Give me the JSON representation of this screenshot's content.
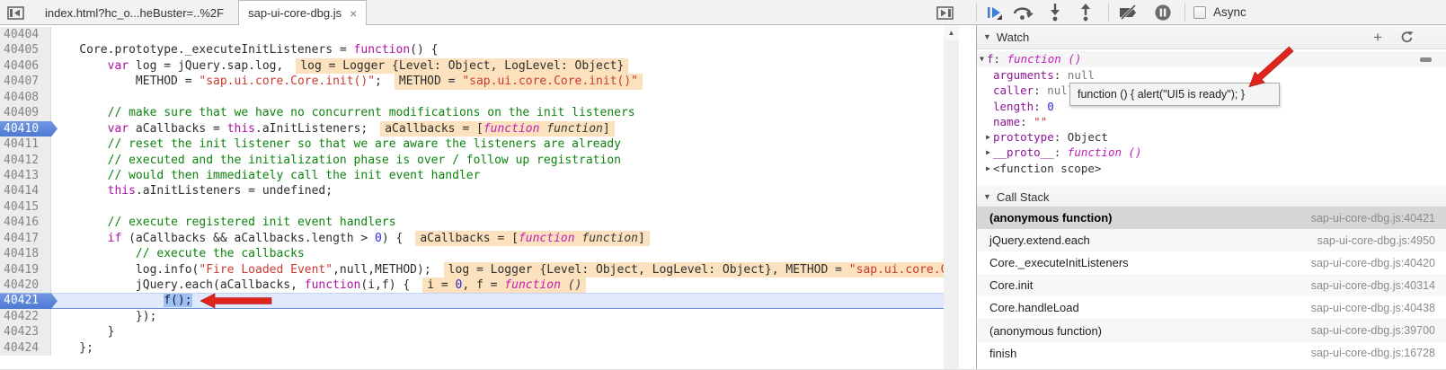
{
  "tab_bar": {
    "tabs": [
      {
        "label": "index.html?hc_o...heBuster=..%2F",
        "active": false
      },
      {
        "label": "sap-ui-core-dbg.js",
        "active": true
      }
    ],
    "close_glyph": "×"
  },
  "debug_toolbar": {
    "async_label": "Async",
    "buttons": [
      "resume",
      "step-over",
      "step-into",
      "step-out",
      "deactivate-breakpoints",
      "pause-on-exceptions"
    ]
  },
  "glyphs": {
    "expanded": "▼",
    "collapsed": "▶",
    "up": "▲",
    "add": "+"
  },
  "editor": {
    "lines": [
      {
        "num": "40404",
        "code": []
      },
      {
        "num": "40405",
        "code": [
          [
            "    Core.prototype._executeInitListeners = "
          ],
          [
            "function",
            "k"
          ],
          [
            "() {"
          ]
        ]
      },
      {
        "num": "40406",
        "code": [
          [
            "        "
          ],
          [
            "var",
            "k"
          ],
          [
            " log = jQuery.sap.log,"
          ]
        ],
        "ann": [
          [
            "log = Logger {Level: Object, LogLevel: Object}"
          ]
        ]
      },
      {
        "num": "40407",
        "code": [
          [
            "            METHOD = "
          ],
          [
            "\"sap.ui.core.Core.init()\"",
            "s"
          ],
          [
            ";"
          ]
        ],
        "ann": [
          [
            "METHOD = "
          ],
          [
            "\"sap.ui.core.Core.init()\"",
            "s"
          ]
        ]
      },
      {
        "num": "40408",
        "code": []
      },
      {
        "num": "40409",
        "code": [
          [
            "        "
          ],
          [
            "// make sure that we have no concurrent modifications on the init listeners",
            "c"
          ]
        ]
      },
      {
        "num": "40410",
        "bp": true,
        "code": [
          [
            "        "
          ],
          [
            "var",
            "k"
          ],
          [
            " aCallbacks = "
          ],
          [
            "this",
            "k"
          ],
          [
            ".aInitListeners;"
          ]
        ],
        "ann": [
          [
            "aCallbacks = ["
          ],
          [
            "function",
            "fi"
          ],
          [
            " "
          ],
          [
            "function",
            "bi"
          ],
          [
            "]"
          ]
        ]
      },
      {
        "num": "40411",
        "code": [
          [
            "        "
          ],
          [
            "// reset the init listener so that we are aware the listeners are already",
            "c"
          ]
        ]
      },
      {
        "num": "40412",
        "code": [
          [
            "        "
          ],
          [
            "// executed and the initialization phase is over / follow up registration",
            "c"
          ]
        ]
      },
      {
        "num": "40413",
        "code": [
          [
            "        "
          ],
          [
            "// would then immediately call the init event handler",
            "c"
          ]
        ]
      },
      {
        "num": "40414",
        "code": [
          [
            "        "
          ],
          [
            "this",
            "k"
          ],
          [
            ".aInitListeners = undefined;"
          ]
        ]
      },
      {
        "num": "40415",
        "code": []
      },
      {
        "num": "40416",
        "code": [
          [
            "        "
          ],
          [
            "// execute registered init event handlers",
            "c"
          ]
        ]
      },
      {
        "num": "40417",
        "code": [
          [
            "        "
          ],
          [
            "if",
            "k"
          ],
          [
            " (aCallbacks && aCallbacks.length > "
          ],
          [
            "0",
            "n"
          ],
          [
            ") {"
          ]
        ],
        "ann": [
          [
            "aCallbacks = ["
          ],
          [
            "function",
            "fi"
          ],
          [
            " "
          ],
          [
            "function",
            "bi"
          ],
          [
            "]"
          ]
        ]
      },
      {
        "num": "40418",
        "code": [
          [
            "            "
          ],
          [
            "// execute the callbacks",
            "c"
          ]
        ]
      },
      {
        "num": "40419",
        "code": [
          [
            "            log.info("
          ],
          [
            "\"Fire Loaded Event\"",
            "s"
          ],
          [
            ",null,METHOD);"
          ]
        ],
        "ann": [
          [
            "log = Logger {Level: Object, LogLevel: Object}, METHOD = "
          ],
          [
            "\"sap.ui.core.Core.init()\"",
            "s"
          ]
        ]
      },
      {
        "num": "40420",
        "code": [
          [
            "            jQuery.each(aCallbacks, "
          ],
          [
            "function",
            "k"
          ],
          [
            "(i,f) {"
          ]
        ],
        "ann": [
          [
            "i = "
          ],
          [
            "0",
            "n"
          ],
          [
            ", f = "
          ],
          [
            "function",
            "fi"
          ],
          [
            " ()",
            "bi"
          ]
        ]
      },
      {
        "num": "40421",
        "bp": true,
        "cur": true,
        "arrow": true,
        "code": [
          [
            "                "
          ],
          [
            "f();",
            "sel"
          ]
        ]
      },
      {
        "num": "40422",
        "code": [
          [
            "            });"
          ]
        ]
      },
      {
        "num": "40423",
        "code": [
          [
            "        }"
          ]
        ]
      },
      {
        "num": "40424",
        "code": [
          [
            "    };"
          ]
        ]
      }
    ]
  },
  "watch": {
    "title": "Watch",
    "expression": {
      "name": "f",
      "value": "function ()"
    },
    "properties": [
      {
        "name": "arguments",
        "value": "null",
        "type": "null",
        "expandable": false
      },
      {
        "name": "caller",
        "value": "null",
        "type": "null",
        "expandable": false
      },
      {
        "name": "length",
        "value": "0",
        "type": "number",
        "expandable": false
      },
      {
        "name": "name",
        "value": "\"\"",
        "type": "string",
        "expandable": false
      },
      {
        "name": "prototype",
        "value": "Object",
        "type": "object",
        "expandable": true
      },
      {
        "name": "__proto__",
        "value": "function ()",
        "type": "function",
        "expandable": true
      },
      {
        "name": "<function scope>",
        "value": "",
        "type": "scope",
        "expandable": true
      }
    ]
  },
  "call_stack": {
    "title": "Call Stack",
    "frames": [
      {
        "fn": "(anonymous function)",
        "loc": "sap-ui-core-dbg.js:40421",
        "selected": true
      },
      {
        "fn": "jQuery.extend.each",
        "loc": "sap-ui-core-dbg.js:4950",
        "selected": false
      },
      {
        "fn": "Core._executeInitListeners",
        "loc": "sap-ui-core-dbg.js:40420",
        "selected": false
      },
      {
        "fn": "Core.init",
        "loc": "sap-ui-core-dbg.js:40314",
        "selected": false
      },
      {
        "fn": "Core.handleLoad",
        "loc": "sap-ui-core-dbg.js:40438",
        "selected": false
      },
      {
        "fn": "(anonymous function)",
        "loc": "sap-ui-core-dbg.js:39700",
        "selected": false
      },
      {
        "fn": "finish",
        "loc": "sap-ui-core-dbg.js:16728",
        "selected": false
      }
    ]
  },
  "tooltip": {
    "text": "function () { alert(\"UI5 is ready\"); }"
  },
  "colors": {
    "breakpoint_blue": "#4c79d2",
    "exec_line_bg": "#dfe9fb",
    "annotation_bg": "#fbe1bd",
    "keyword": "#ad13a3",
    "string": "#c93a30",
    "comment": "#0e830e",
    "number": "#2b2bd0",
    "red_arrow": "#e0241e",
    "resume_blue": "#3f7fd6"
  }
}
